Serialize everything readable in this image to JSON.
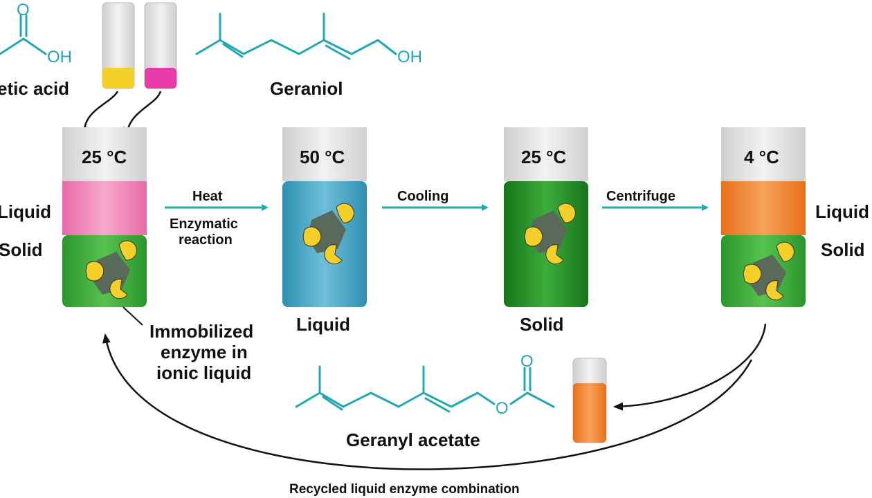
{
  "reagents": {
    "acetic_acid": {
      "name": "etic acid",
      "oh": "OH",
      "o": "O"
    },
    "geraniol": {
      "name": "Geraniol",
      "oh": "OH"
    }
  },
  "beakers": [
    {
      "temp": "25 °C",
      "left_top": "Liquid",
      "left_bottom": "Solid"
    },
    {
      "temp": "50 °C",
      "caption": "Liquid"
    },
    {
      "temp": "25 °C",
      "caption": "Solid"
    },
    {
      "temp": "4 °C",
      "right_top": "Liquid",
      "right_bottom": "Solid"
    }
  ],
  "steps": {
    "heat": "Heat",
    "enzymatic_line1": "Enzymatic",
    "enzymatic_line2": "reaction",
    "cooling": "Cooling",
    "centrifuge": "Centrifuge"
  },
  "callout": {
    "line1": "Immobilized",
    "line2": "enzyme in",
    "line3": "ionic liquid"
  },
  "product": {
    "name": "Geranyl acetate",
    "o_top": "O",
    "o_ester": "O"
  },
  "recycle_label": "Recycled liquid enzyme combination",
  "colors": {
    "teal": "#1fa8b3",
    "pink": "#f07fb8",
    "green": "#3aa63a",
    "blue": "#3aa0c0",
    "dark_green": "#1f7f24",
    "orange": "#ef7b22",
    "yellow": "#f5cf2a",
    "magenta": "#e83aa8"
  }
}
